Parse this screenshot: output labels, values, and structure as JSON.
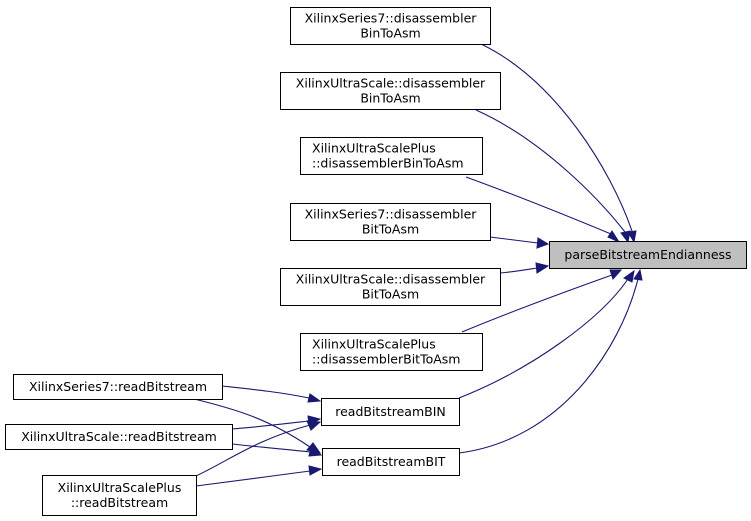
{
  "graph": {
    "type": "call-graph",
    "edge_color": "#191970",
    "main_node_color": "#bfbfbf",
    "nodes": [
      {
        "id": "parseBitstreamEndianness",
        "lines": [
          "parseBitstreamEndianness"
        ],
        "highlighted": true
      },
      {
        "id": "s7_binToAsm",
        "lines": [
          "XilinxSeries7::disassembler",
          "BinToAsm"
        ]
      },
      {
        "id": "us_binToAsm",
        "lines": [
          "XilinxUltraScale::disassembler",
          "BinToAsm"
        ]
      },
      {
        "id": "usp_binToAsm",
        "lines": [
          "XilinxUltraScalePlus",
          "::disassemblerBinToAsm"
        ],
        "align": "left"
      },
      {
        "id": "s7_bitToAsm",
        "lines": [
          "XilinxSeries7::disassembler",
          "BitToAsm"
        ]
      },
      {
        "id": "us_bitToAsm",
        "lines": [
          "XilinxUltraScale::disassembler",
          "BitToAsm"
        ]
      },
      {
        "id": "usp_bitToAsm",
        "lines": [
          "XilinxUltraScalePlus",
          "::disassemblerBitToAsm"
        ],
        "align": "left"
      },
      {
        "id": "readBitstreamBIN",
        "lines": [
          "readBitstreamBIN"
        ]
      },
      {
        "id": "readBitstreamBIT",
        "lines": [
          "readBitstreamBIT"
        ]
      },
      {
        "id": "s7_readBitstream",
        "lines": [
          "XilinxSeries7::readBitstream"
        ]
      },
      {
        "id": "us_readBitstream",
        "lines": [
          "XilinxUltraScale::readBitstream"
        ]
      },
      {
        "id": "usp_readBitstream",
        "lines": [
          "XilinxUltraScalePlus",
          "::readBitstream"
        ]
      }
    ],
    "edges": [
      {
        "from": "s7_binToAsm",
        "to": "parseBitstreamEndianness"
      },
      {
        "from": "us_binToAsm",
        "to": "parseBitstreamEndianness"
      },
      {
        "from": "usp_binToAsm",
        "to": "parseBitstreamEndianness"
      },
      {
        "from": "s7_bitToAsm",
        "to": "parseBitstreamEndianness"
      },
      {
        "from": "us_bitToAsm",
        "to": "parseBitstreamEndianness"
      },
      {
        "from": "usp_bitToAsm",
        "to": "parseBitstreamEndianness"
      },
      {
        "from": "readBitstreamBIN",
        "to": "parseBitstreamEndianness"
      },
      {
        "from": "readBitstreamBIT",
        "to": "parseBitstreamEndianness"
      },
      {
        "from": "s7_readBitstream",
        "to": "readBitstreamBIN"
      },
      {
        "from": "s7_readBitstream",
        "to": "readBitstreamBIT"
      },
      {
        "from": "us_readBitstream",
        "to": "readBitstreamBIN"
      },
      {
        "from": "us_readBitstream",
        "to": "readBitstreamBIT"
      },
      {
        "from": "usp_readBitstream",
        "to": "readBitstreamBIN"
      },
      {
        "from": "usp_readBitstream",
        "to": "readBitstreamBIT"
      }
    ]
  }
}
